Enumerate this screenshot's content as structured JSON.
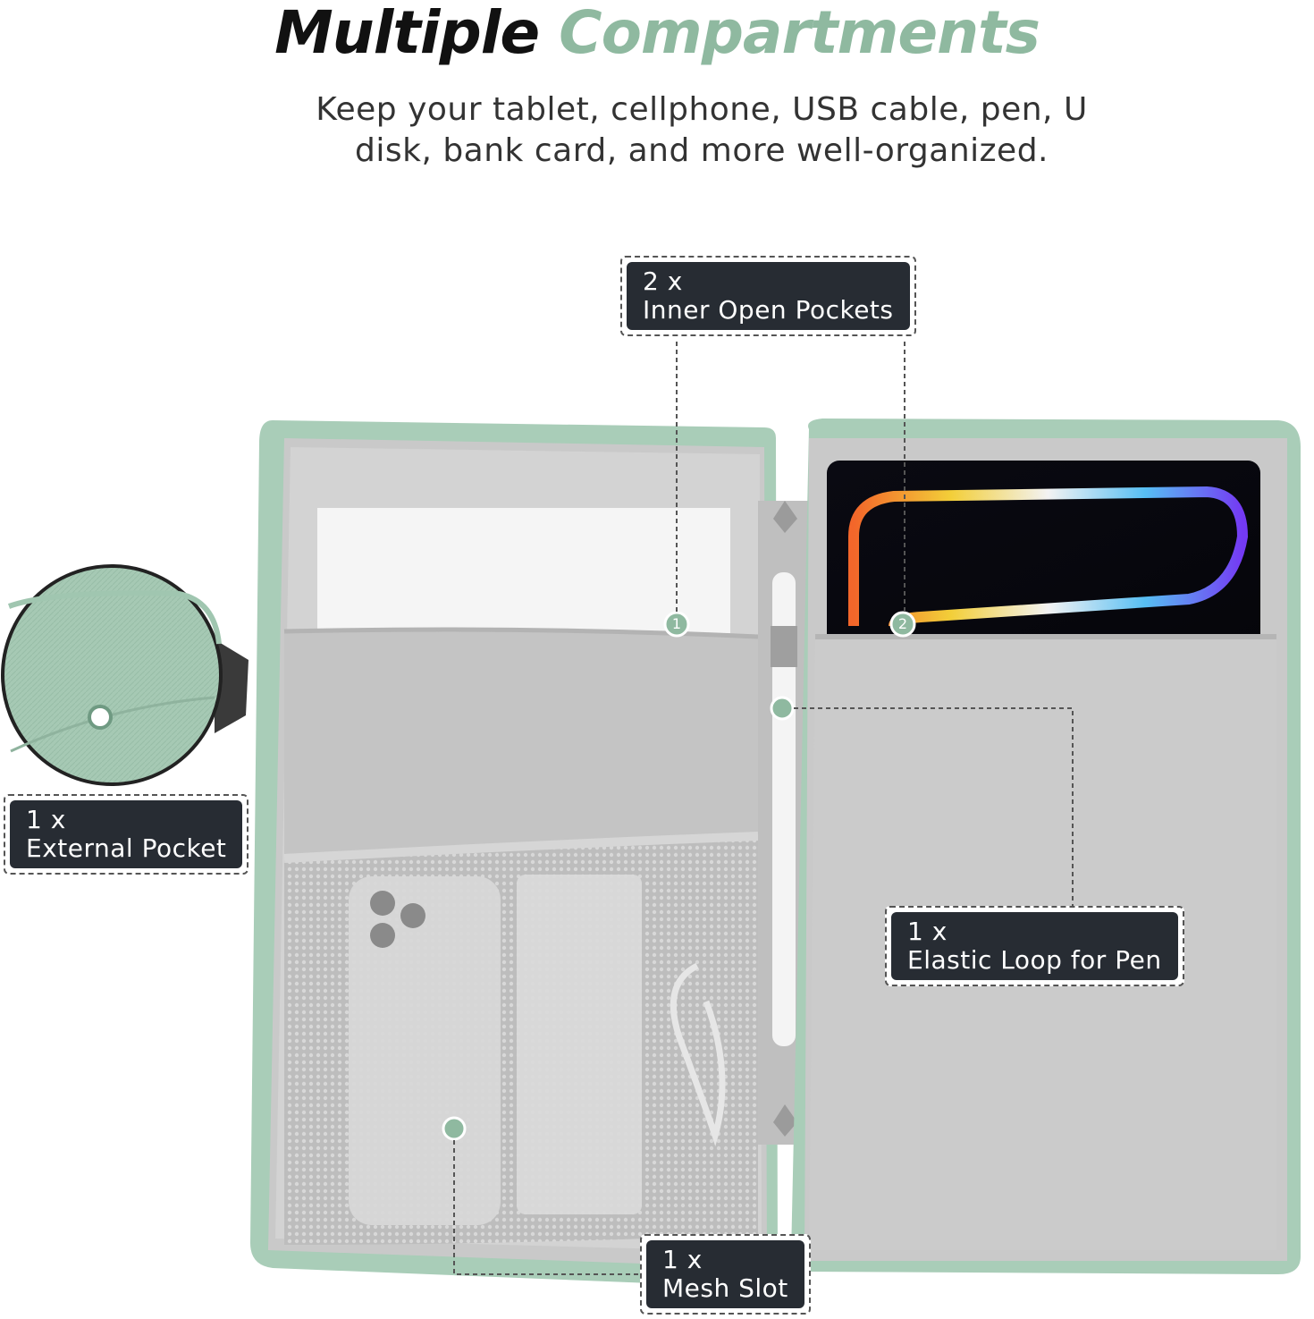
{
  "header": {
    "title_part1": "Multiple",
    "title_part2": "Compartments",
    "subtitle_line1": "Keep your tablet, cellphone, USB cable, pen, U",
    "subtitle_line2": "disk, bank card, and more well-organized."
  },
  "callouts": {
    "inner_pockets": {
      "count": "2 x",
      "label": "Inner Open Pockets"
    },
    "external_pocket": {
      "count": "1 x",
      "label": "External Pocket"
    },
    "elastic_loop": {
      "count": "1 x",
      "label": "Elastic Loop for Pen"
    },
    "mesh_slot": {
      "count": "1 x",
      "label": "Mesh Slot"
    }
  },
  "markers": [
    "1",
    "2"
  ],
  "colors": {
    "accent_green": "#8fb9a0",
    "case_green": "#a9cdb8",
    "lining_grey": "#cfcfcf",
    "callout_bg": "#272c33"
  }
}
